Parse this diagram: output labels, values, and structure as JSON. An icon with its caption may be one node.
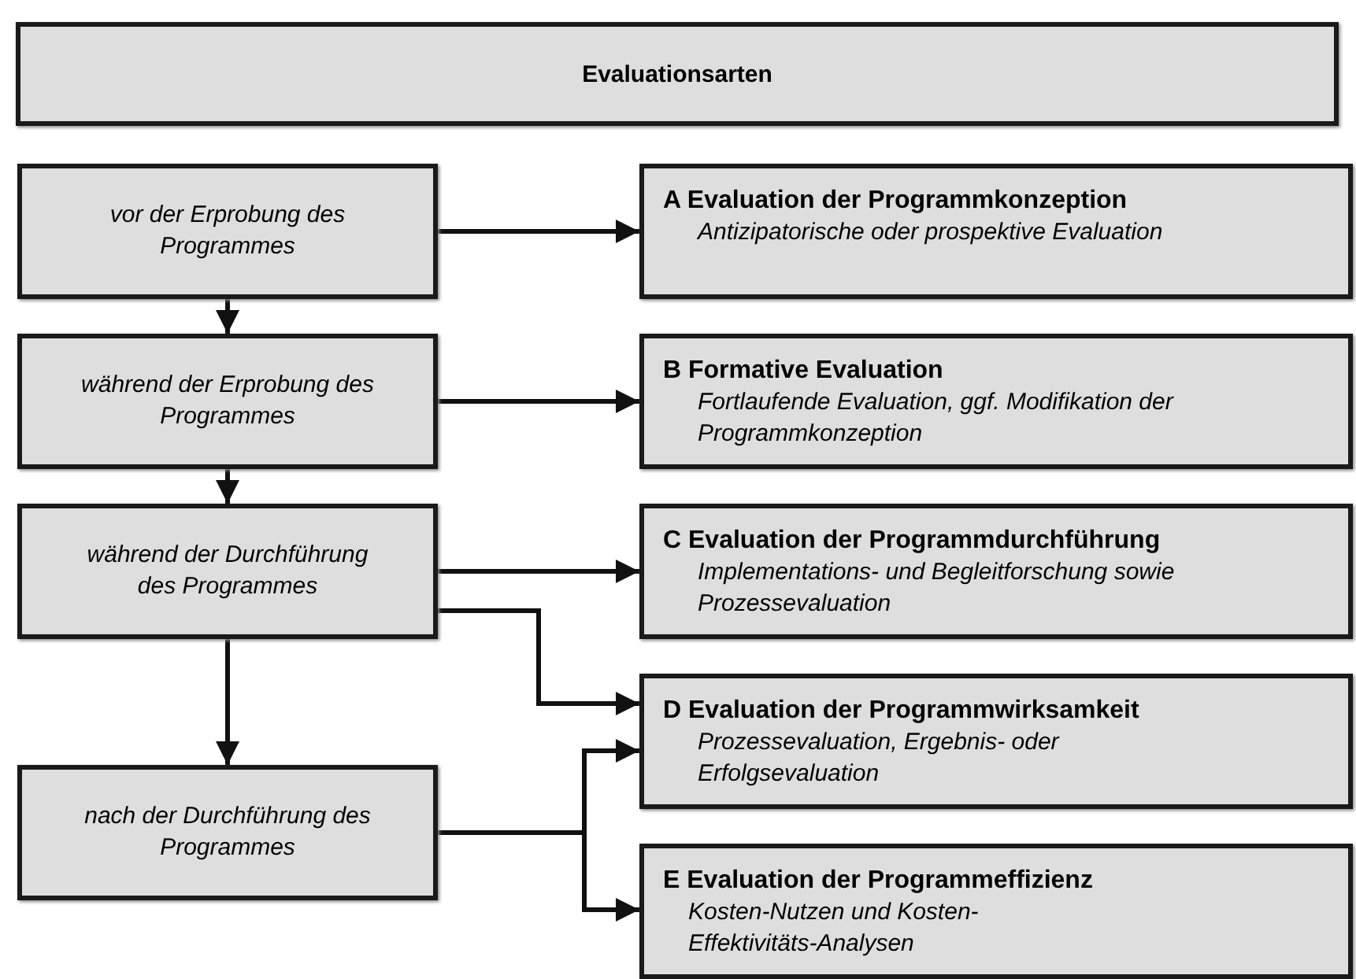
{
  "diagram": {
    "nodes": [
      {
        "text": [
          "Evaluationsarten"
        ]
      },
      {
        "text": [
          "vor der Erprobung des Programmes"
        ]
      },
      {
        "text": [
          "während der Erprobung des Programmes"
        ]
      },
      {
        "text": [
          "während der Durchführung des Programmes"
        ]
      },
      {
        "text": [
          "nach der Durchführung des Programmes"
        ]
      },
      {
        "text": [
          "A Evaluation der Programmkonzeption",
          "Antizipatorische oder prospektive Evaluation"
        ]
      },
      {
        "text": [
          "B Formative Evaluation",
          "Fortlaufende Evaluation, ggf. Modifikation der Programmkonzeption"
        ]
      },
      {
        "text": [
          "C Evaluation der Programmdurchführung",
          "Implementations- und Begleitforschung sowie Prozessevaluation"
        ]
      },
      {
        "text": [
          "D Evaluation der Programmwirksamkeit",
          "Prozessevaluation, Ergebnis- oder Erfolgsevaluation"
        ]
      },
      {
        "text": [
          "E Evaluation der Programmeffizienz",
          "Kosten-Nutzen und Kosten-Effektivitäts-Analysen"
        ]
      }
    ],
    "edges": [
      {
        "from": 1,
        "to": 2,
        "arrow": "to"
      },
      {
        "from": 2,
        "to": 3,
        "arrow": "to"
      },
      {
        "from": 3,
        "to": 4,
        "arrow": "to"
      },
      {
        "from": 1,
        "to": 5,
        "arrow": "to"
      },
      {
        "from": 2,
        "to": 6,
        "arrow": "to"
      },
      {
        "from": 3,
        "to": 7,
        "arrow": "to"
      },
      {
        "from": 3,
        "to": 8,
        "arrow": "to"
      },
      {
        "from": 4,
        "to": 8,
        "arrow": "to"
      },
      {
        "from": 4,
        "to": 9,
        "arrow": "to"
      }
    ]
  }
}
